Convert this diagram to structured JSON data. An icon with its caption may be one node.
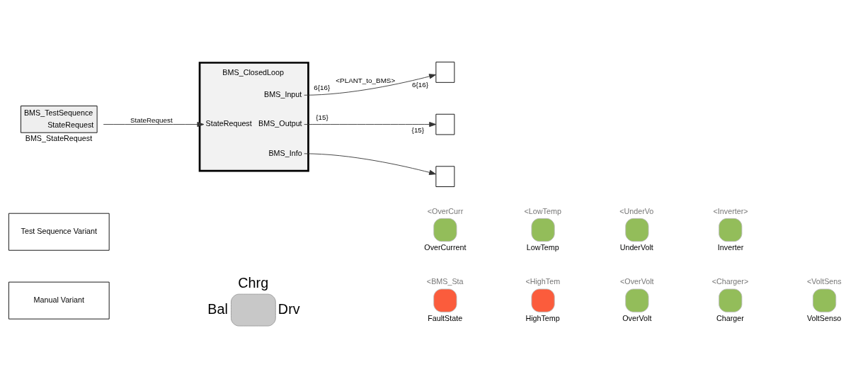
{
  "diagram": {
    "nodes": [
      {
        "text": [
          "Test Sequence Variant"
        ]
      },
      {
        "text": [
          "Manual Variant"
        ]
      },
      {
        "text": [
          "<BMS_Sta"
        ],
        "beside": [
          "FaultState"
        ]
      },
      {
        "text": [
          "<HighTem"
        ],
        "beside": [
          "HighTemp"
        ]
      },
      {
        "text": [
          "<OverVolt"
        ],
        "beside": [
          "OverVolt"
        ]
      },
      {
        "text": [
          "<Charger>"
        ],
        "beside": [
          "Charger"
        ]
      },
      {
        "text": [
          "<VoltSens"
        ],
        "beside": [
          "VoltSenso"
        ]
      },
      {
        "text": [
          "<OverCurr"
        ],
        "beside": [
          "OverCurrent"
        ]
      },
      {
        "text": [
          "<LowTemp"
        ],
        "beside": [
          "LowTemp"
        ]
      },
      {
        "text": [
          "<UnderVo"
        ],
        "beside": [
          "UnderVolt"
        ]
      },
      {
        "text": [
          "<Inverter>"
        ],
        "beside": [
          "Inverter"
        ]
      },
      {
        "text": [
          "Chrg",
          "Bal",
          "Drv"
        ]
      },
      {
        "text": [
          "BMS_ClosedLoop",
          "StateRequest",
          "BMS_Input",
          "BMS_Output",
          "BMS_Info"
        ]
      },
      {
        "text": [
          "BMS_TestSequence",
          "StateRequest"
        ],
        "beside": [
          "BMS_StateRequest"
        ]
      },
      {
        "text": [],
        "shape": "box"
      },
      {
        "text": [],
        "shape": "box"
      },
      {
        "text": [],
        "shape": "box"
      }
    ],
    "edges": [
      {
        "from": 13,
        "to": 12,
        "arrow": "to",
        "label": "StateRequest"
      },
      {
        "from": 12,
        "to": 14,
        "arrow": "to",
        "label": "<PLANT_to_BMS>"
      },
      {
        "from": 12,
        "to": 15,
        "arrow": "to"
      },
      {
        "from": 12,
        "to": 16,
        "arrow": "to"
      }
    ],
    "labels": [
      "6{16}",
      "6{16}",
      "{15}",
      "{15}"
    ]
  }
}
